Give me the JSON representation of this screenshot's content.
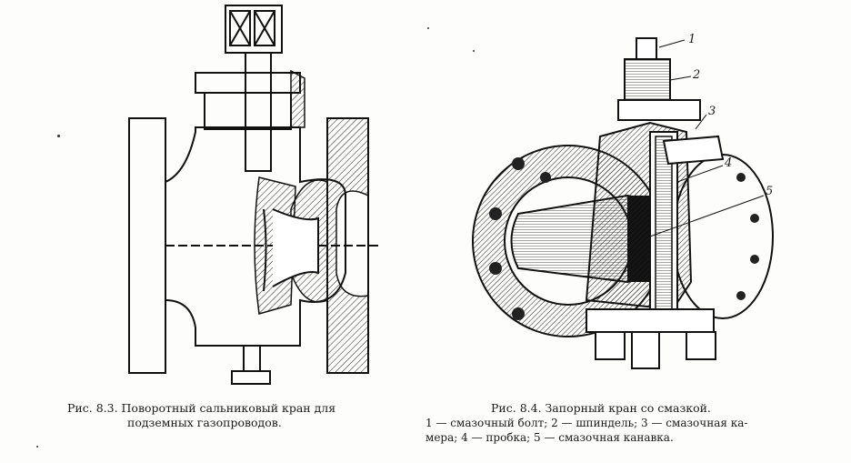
{
  "figure1": {
    "caption_line1": "Рис. 8.3. Поворотный сальниковый кран для",
    "caption_line2": "подземных газопроводов."
  },
  "figure2": {
    "caption_title": "Рис. 8.4. Запорный кран со смазкой.",
    "legend_line1": "1 — смазочный болт; 2 — шпиндель; 3 — смазочная ка-",
    "legend_line2": "мера; 4 — пробка; 5 — смазочная канавка.",
    "callouts": [
      "1",
      "2",
      "3",
      "4",
      "5"
    ]
  }
}
